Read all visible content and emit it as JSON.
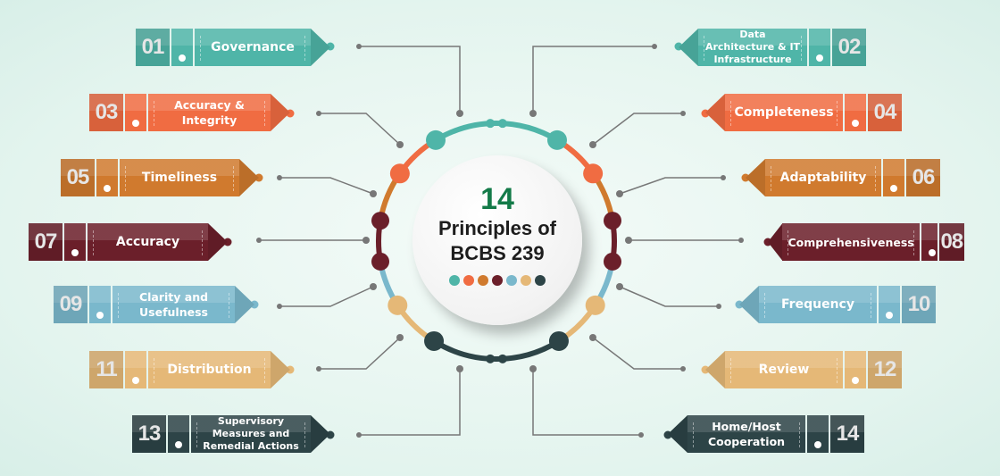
{
  "center": {
    "number": "14",
    "line1": "Principles of",
    "line2": "BCBS 239"
  },
  "colors": {
    "teal": "#4fb5a8",
    "orange": "#f06c42",
    "amber": "#d07a2e",
    "maroon": "#6b1f2a",
    "light_blue": "#7ab8cc",
    "tan": "#e5b877",
    "slate": "#2d4447"
  },
  "principles": [
    {
      "number": "01",
      "label": "Governance",
      "color": "#4fb5a8"
    },
    {
      "number": "02",
      "label": "Data Architecture & IT Infrastructure",
      "color": "#4fb5a8"
    },
    {
      "number": "03",
      "label": "Accuracy & Integrity",
      "color": "#f06c42"
    },
    {
      "number": "04",
      "label": "Completeness",
      "color": "#f06c42"
    },
    {
      "number": "05",
      "label": "Timeliness",
      "color": "#d07a2e"
    },
    {
      "number": "06",
      "label": "Adaptability",
      "color": "#d07a2e"
    },
    {
      "number": "07",
      "label": "Accuracy",
      "color": "#6b1f2a"
    },
    {
      "number": "08",
      "label": "Comprehensiveness",
      "color": "#6b1f2a"
    },
    {
      "number": "09",
      "label": "Clarity and Usefulness",
      "color": "#7ab8cc"
    },
    {
      "number": "10",
      "label": "Frequency",
      "color": "#7ab8cc"
    },
    {
      "number": "11",
      "label": "Distribution",
      "color": "#e5b877"
    },
    {
      "number": "12",
      "label": "Review",
      "color": "#e5b877"
    },
    {
      "number": "13",
      "label": "Supervisory Measures and Remedial Actions",
      "color": "#2d4447"
    },
    {
      "number": "14",
      "label": "Home/Host Cooperation",
      "color": "#2d4447"
    }
  ]
}
